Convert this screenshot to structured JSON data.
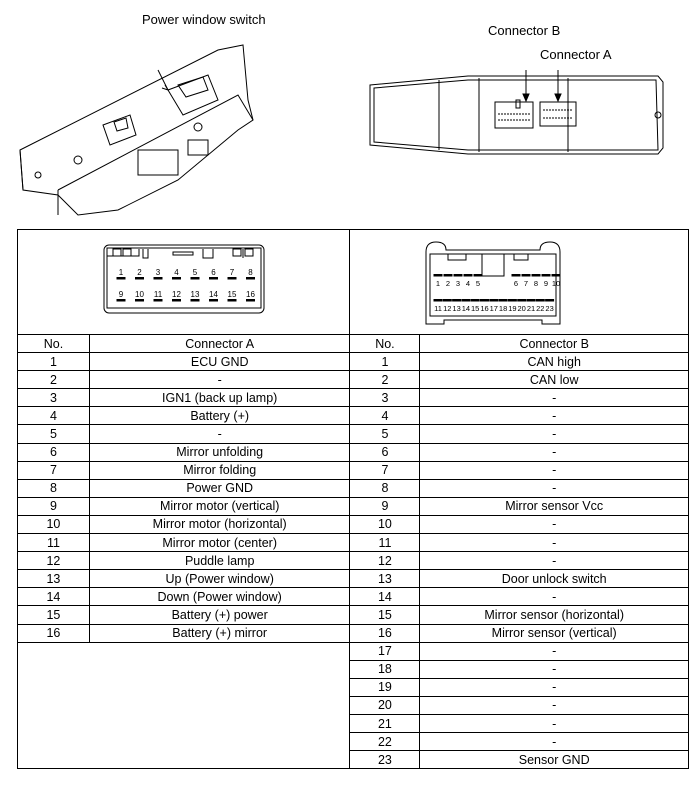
{
  "labels": {
    "power_window_switch": "Power window switch",
    "connector_b": "Connector B",
    "connector_a": "Connector A"
  },
  "diagram_a": {
    "pins_top": [
      "1",
      "2",
      "3",
      "4",
      "5",
      "6",
      "7",
      "8"
    ],
    "pins_bottom": [
      "9",
      "10",
      "11",
      "12",
      "13",
      "14",
      "15",
      "16"
    ]
  },
  "diagram_b": {
    "pins_top": [
      "1",
      "2",
      "3",
      "4",
      "5",
      "6",
      "7",
      "8",
      "9",
      "10"
    ],
    "pins_bottom": [
      "11",
      "12",
      "13",
      "14",
      "15",
      "16",
      "17",
      "18",
      "19",
      "20",
      "21",
      "22",
      "23"
    ]
  },
  "table": {
    "headers": {
      "no_a": "No.",
      "conn_a": "Connector A",
      "no_b": "No.",
      "conn_b": "Connector B"
    },
    "connector_a": [
      {
        "no": "1",
        "name": "ECU GND"
      },
      {
        "no": "2",
        "name": "-"
      },
      {
        "no": "3",
        "name": "IGN1 (back up lamp)"
      },
      {
        "no": "4",
        "name": "Battery (+)"
      },
      {
        "no": "5",
        "name": "-"
      },
      {
        "no": "6",
        "name": "Mirror unfolding"
      },
      {
        "no": "7",
        "name": "Mirror folding"
      },
      {
        "no": "8",
        "name": "Power GND"
      },
      {
        "no": "9",
        "name": "Mirror motor (vertical)"
      },
      {
        "no": "10",
        "name": "Mirror motor (horizontal)"
      },
      {
        "no": "11",
        "name": "Mirror motor (center)"
      },
      {
        "no": "12",
        "name": "Puddle lamp"
      },
      {
        "no": "13",
        "name": "Up (Power window)"
      },
      {
        "no": "14",
        "name": "Down (Power window)"
      },
      {
        "no": "15",
        "name": "Battery (+) power"
      },
      {
        "no": "16",
        "name": "Battery (+) mirror"
      }
    ],
    "connector_b": [
      {
        "no": "1",
        "name": "CAN high"
      },
      {
        "no": "2",
        "name": "CAN low"
      },
      {
        "no": "3",
        "name": "-"
      },
      {
        "no": "4",
        "name": "-"
      },
      {
        "no": "5",
        "name": "-"
      },
      {
        "no": "6",
        "name": "-"
      },
      {
        "no": "7",
        "name": "-"
      },
      {
        "no": "8",
        "name": "-"
      },
      {
        "no": "9",
        "name": "Mirror sensor Vcc"
      },
      {
        "no": "10",
        "name": "-"
      },
      {
        "no": "11",
        "name": "-"
      },
      {
        "no": "12",
        "name": "-"
      },
      {
        "no": "13",
        "name": "Door unlock switch"
      },
      {
        "no": "14",
        "name": "-"
      },
      {
        "no": "15",
        "name": "Mirror sensor (horizontal)"
      },
      {
        "no": "16",
        "name": "Mirror sensor (vertical)"
      },
      {
        "no": "17",
        "name": "-"
      },
      {
        "no": "18",
        "name": "-"
      },
      {
        "no": "19",
        "name": "-"
      },
      {
        "no": "20",
        "name": "-"
      },
      {
        "no": "21",
        "name": "-"
      },
      {
        "no": "22",
        "name": "-"
      },
      {
        "no": "23",
        "name": "Sensor GND"
      }
    ]
  }
}
